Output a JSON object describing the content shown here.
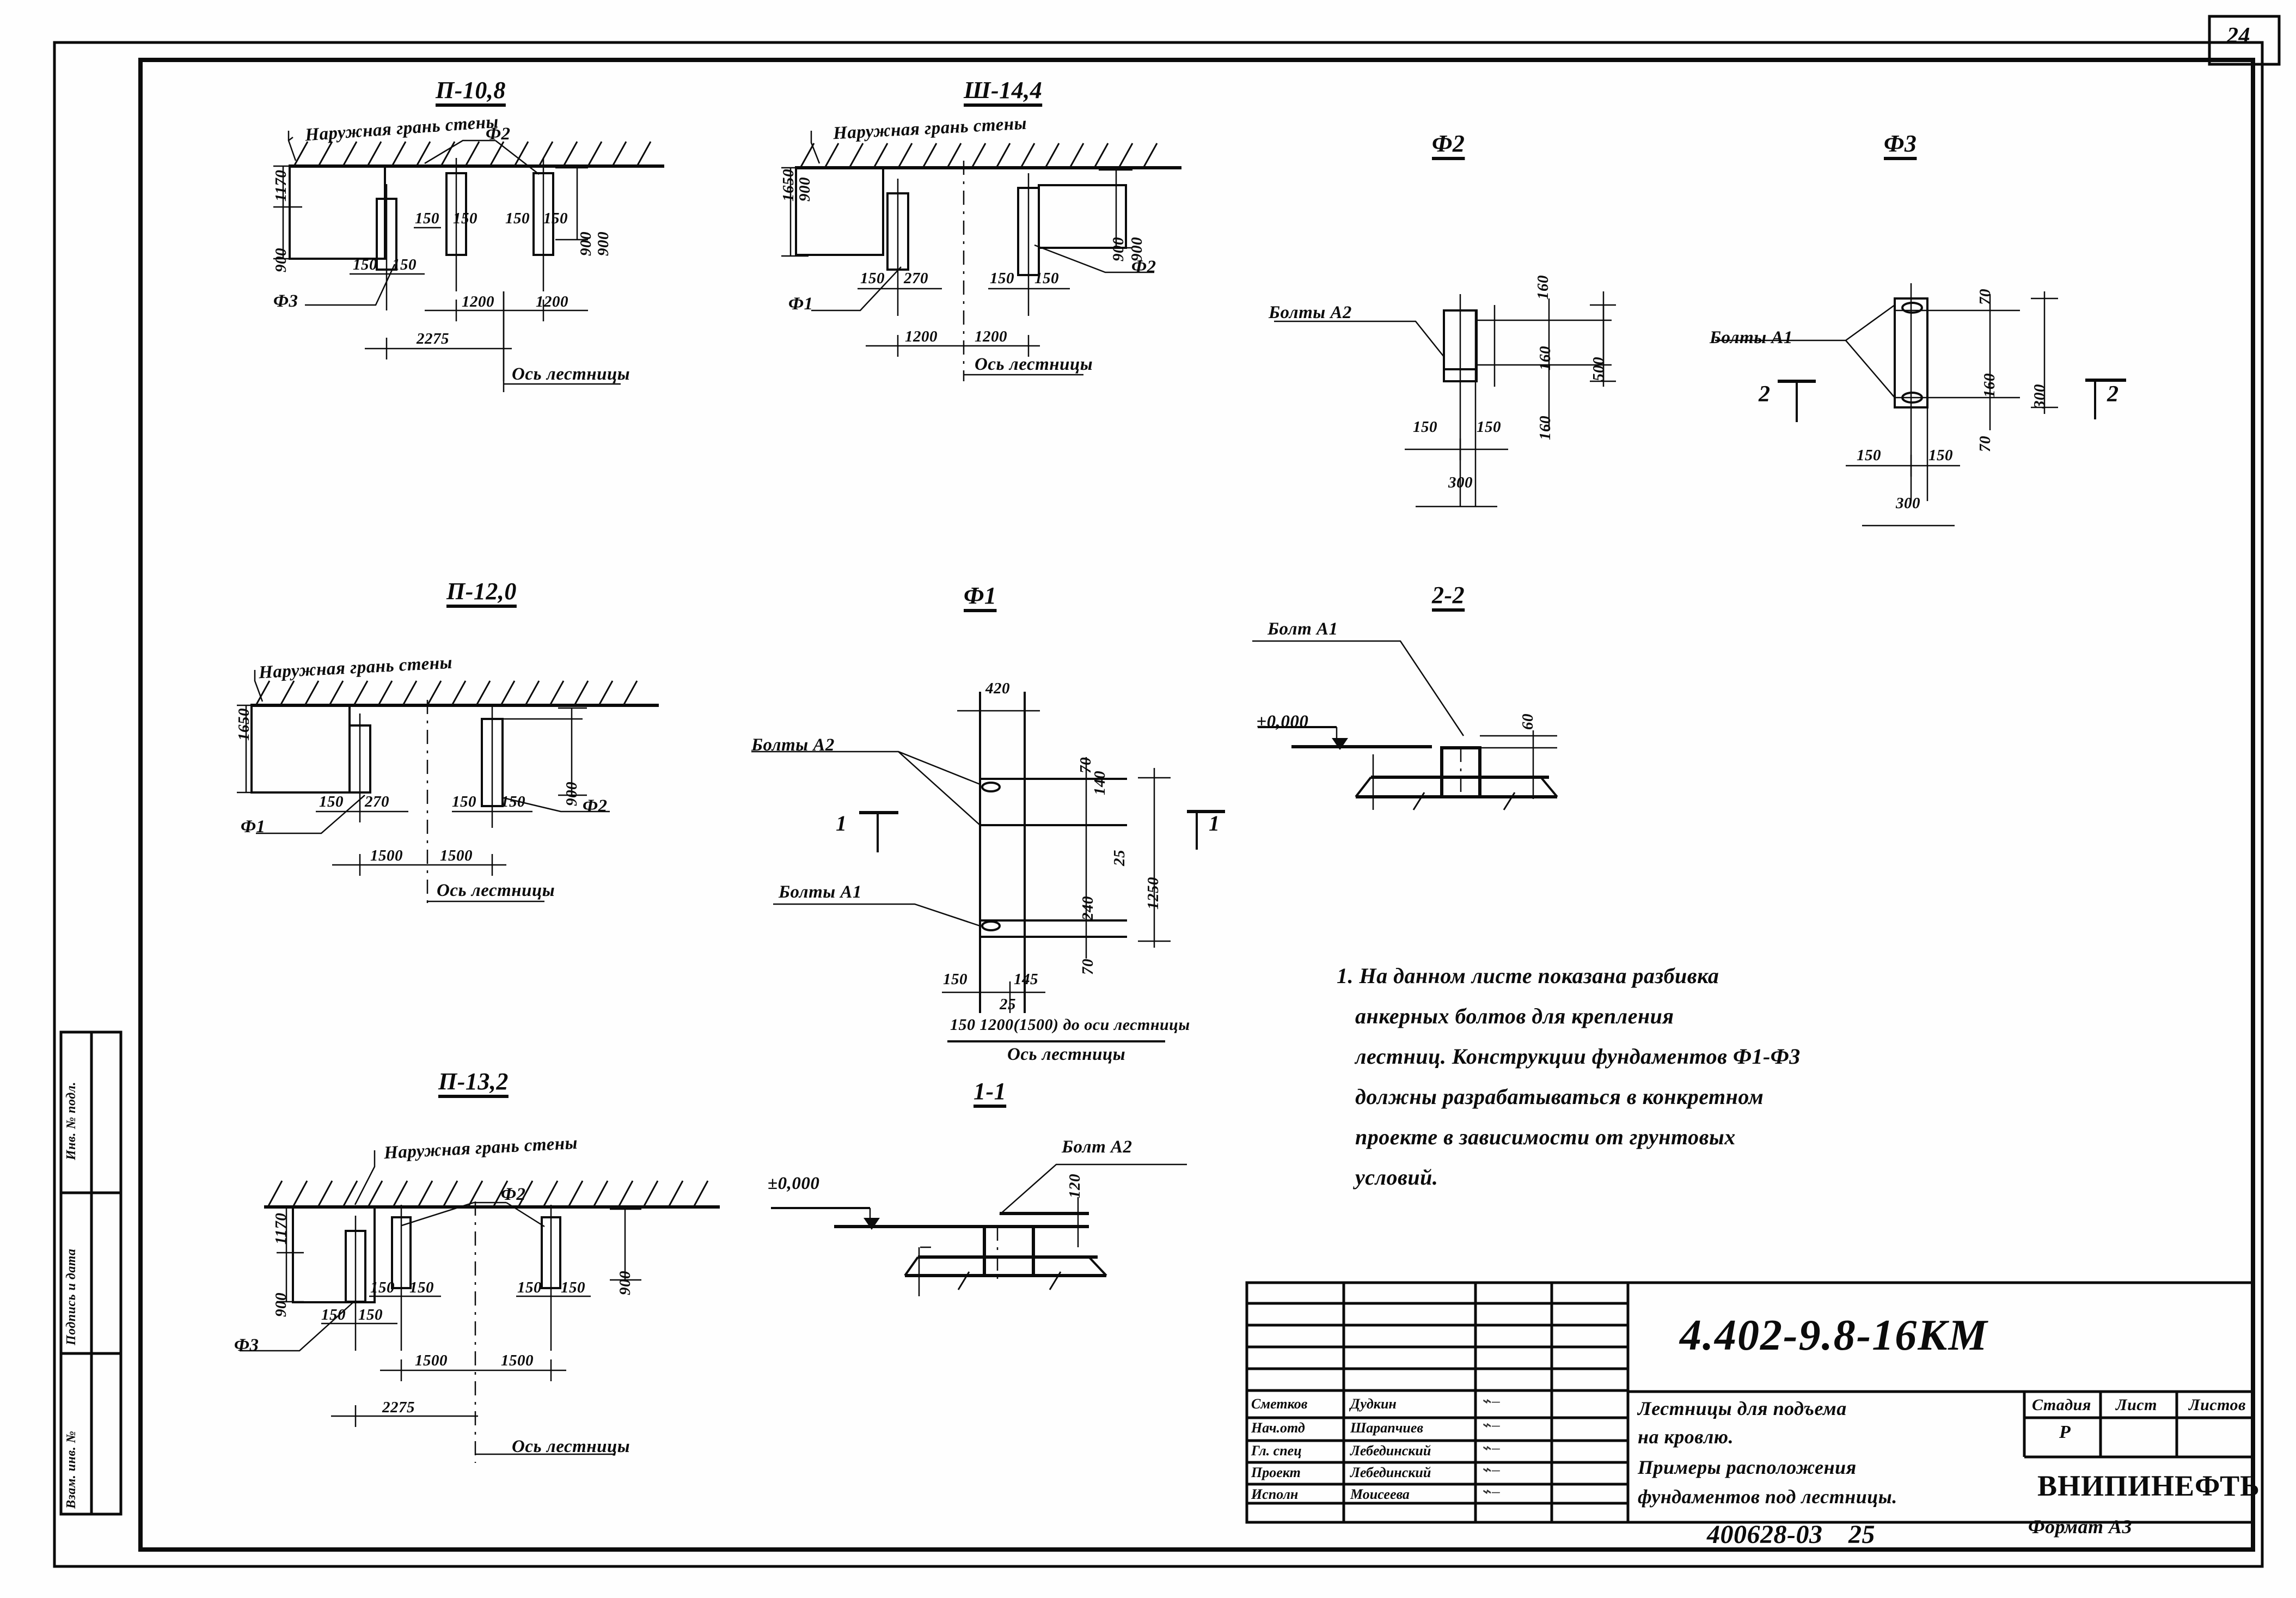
{
  "sheet": {
    "page_number": "24",
    "format_note": "Формат А3",
    "archive_code": "400628-03",
    "archive_page": "25"
  },
  "left_margin_column": {
    "fields": [
      "Инв. № подл.",
      "Подпись и дата",
      "Взам. инв. №"
    ]
  },
  "views": [
    {
      "id": "p-10-8",
      "title": "П-10,8",
      "wall_label": "Наружная грань стены",
      "axis_label": "Ось лестницы",
      "callouts": [
        "Ф2",
        "Ф3"
      ],
      "dims_vertical": [
        "1170",
        "900",
        "900",
        "900"
      ],
      "dims_horizontal": [
        "150",
        "150",
        "150",
        "150",
        "150",
        "150",
        "1200",
        "1200",
        "2275"
      ]
    },
    {
      "id": "p-14-4",
      "title": "Ш-14,4",
      "wall_label": "Наружная грань стены",
      "axis_label": "Ось лестницы",
      "callouts": [
        "Ф1",
        "Ф2"
      ],
      "dims_vertical": [
        "1650",
        "900",
        "900",
        "900"
      ],
      "dims_horizontal": [
        "150",
        "270",
        "150",
        "150",
        "1200",
        "1200"
      ]
    },
    {
      "id": "f2",
      "title": "Ф2",
      "bolt_label": "Болты А2",
      "dims_horizontal": [
        "150",
        "150",
        "300"
      ],
      "dims_vertical": [
        "160",
        "160",
        "160",
        "500"
      ]
    },
    {
      "id": "f3",
      "title": "Ф3",
      "bolt_label": "Болты А1",
      "section_left": "2",
      "section_right": "2",
      "dims_horizontal": [
        "150",
        "150",
        "300"
      ],
      "dims_vertical": [
        "70",
        "160",
        "70",
        "300"
      ]
    },
    {
      "id": "p-12-0",
      "title": "П-12,0",
      "wall_label": "Наружная грань стены",
      "axis_label": "Ось лестницы",
      "callouts": [
        "Ф1",
        "Ф2"
      ],
      "dims_vertical": [
        "1650",
        "900"
      ],
      "dims_horizontal": [
        "150",
        "270",
        "150",
        "150",
        "1500",
        "1500"
      ]
    },
    {
      "id": "f1",
      "title": "Ф1",
      "bolt_label_top": "Болты А2",
      "bolt_label_bottom": "Болты А1",
      "section_left": "1",
      "section_right": "1",
      "dims_top": "420",
      "dims_vertical": [
        "70",
        "140",
        "25",
        "240",
        "70",
        "1250"
      ],
      "dims_bottom": [
        "150",
        "145",
        "25"
      ],
      "axis_note": "150  1200(1500) до оси лестницы"
    },
    {
      "id": "s2-2",
      "title": "2-2",
      "bolt_label": "Болт А1",
      "level_mark": "±0,000",
      "dim": "60"
    },
    {
      "id": "p-13-2",
      "title": "П-13,2",
      "wall_label": "Наружная грань стены",
      "axis_label": "Ось лестницы",
      "callouts": [
        "Ф2",
        "Ф3"
      ],
      "dims_vertical": [
        "1170",
        "900",
        "900"
      ],
      "dims_horizontal": [
        "150",
        "150",
        "150",
        "150",
        "150",
        "150",
        "1500",
        "1500",
        "2275"
      ]
    },
    {
      "id": "s1-1",
      "title": "1-1",
      "bolt_label": "Болт А2",
      "level_mark": "±0,000",
      "dim": "120"
    }
  ],
  "notes": {
    "number": "1.",
    "lines": [
      "1. На данном листе  показана разбивка",
      "анкерных болтов  для крепления",
      "лестниц. Конструкции фундаментов Ф1-Ф3",
      "должны разрабатываться в конкретном",
      "проекте в зависимости от грунтовых",
      "условий."
    ]
  },
  "title_block": {
    "drawing_number": "4.402-9.8-16КМ",
    "drawing_title_line1": "Лестницы для подъема",
    "drawing_title_line2": "на кровлю.",
    "drawing_title_line3": "Примеры расположения",
    "drawing_title_line4": "фундаментов под лестницы.",
    "organization": "ВНИПИНЕФТЬ",
    "stage_headers": [
      "Стадия",
      "Лист",
      "Листов"
    ],
    "stage_value": "Р",
    "sheet_value": "",
    "sheets_value": "",
    "roles": [
      {
        "role": "Сметков",
        "name": "Дудкин"
      },
      {
        "role": "Нач.отд",
        "name": "Шарапчиев"
      },
      {
        "role": "Гл. спец",
        "name": "Лебединский"
      },
      {
        "role": "Проект",
        "name": "Лебединский"
      },
      {
        "role": "Исполн",
        "name": "Моисеева"
      }
    ]
  }
}
